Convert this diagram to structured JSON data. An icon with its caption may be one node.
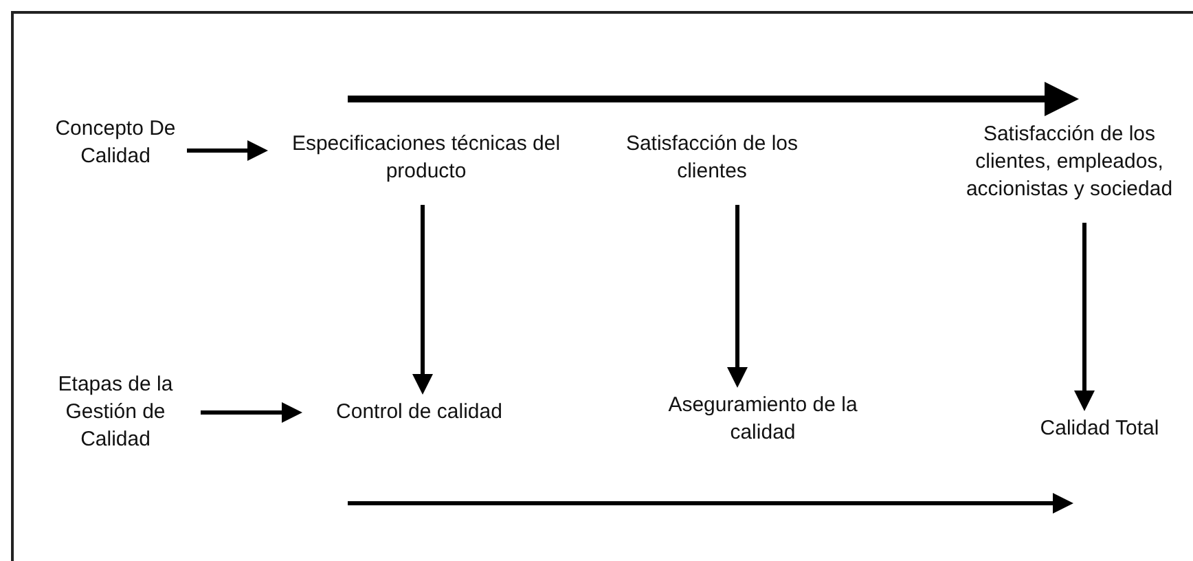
{
  "diagram": {
    "nodes": [
      {
        "text": [
          "Concepto De Calidad"
        ]
      },
      {
        "text": [
          "Especificaciones técnicas del producto"
        ]
      },
      {
        "text": [
          "Satisfacción de los clientes"
        ]
      },
      {
        "text": [
          "Satisfacción de los clientes, empleados, accionistas y sociedad"
        ]
      },
      {
        "text": [
          "Etapas de la Gestión de Calidad"
        ]
      },
      {
        "text": [
          "Control de calidad"
        ]
      },
      {
        "text": [
          "Aseguramiento de la calidad"
        ]
      },
      {
        "text": [
          "Calidad Total"
        ]
      }
    ],
    "edges": [
      {
        "from": 0,
        "to": 1,
        "arrow": "to"
      },
      {
        "from": 1,
        "to": 5,
        "arrow": "to"
      },
      {
        "from": 2,
        "to": 6,
        "arrow": "to"
      },
      {
        "from": 3,
        "to": 7,
        "arrow": "to"
      },
      {
        "from": 4,
        "to": 5,
        "arrow": "to"
      }
    ]
  }
}
